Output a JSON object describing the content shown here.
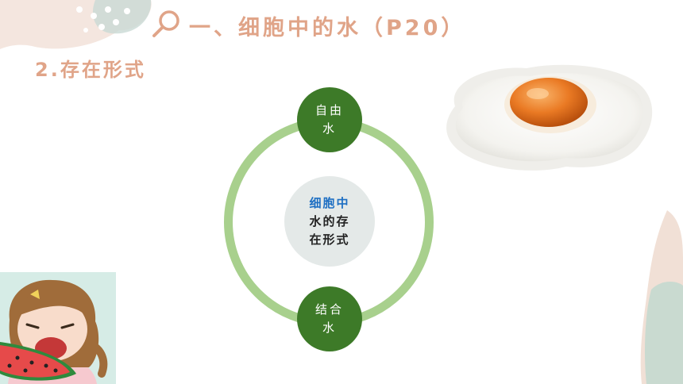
{
  "title": "一、细胞中的水（P20）",
  "subtitle": "2.存在形式",
  "icons": {
    "title_icon": "magnifier-icon",
    "photo": "fried-egg-image",
    "illustration": "girl-eating-watermelon-image"
  },
  "diagram": {
    "center_line1": "细胞中",
    "center_line2": "水的存",
    "center_line3": "在形式",
    "top_node": {
      "line1": "自由",
      "line2": "水"
    },
    "bottom_node": {
      "line1": "结合",
      "line2": "水"
    }
  },
  "colors": {
    "title": "#e0a488",
    "ring": "#a8d08d",
    "node_fill": "#3d7a28",
    "center_fill": "#e4e9e8",
    "center_highlight": "#1e6fc3",
    "body_text": "#222222"
  }
}
